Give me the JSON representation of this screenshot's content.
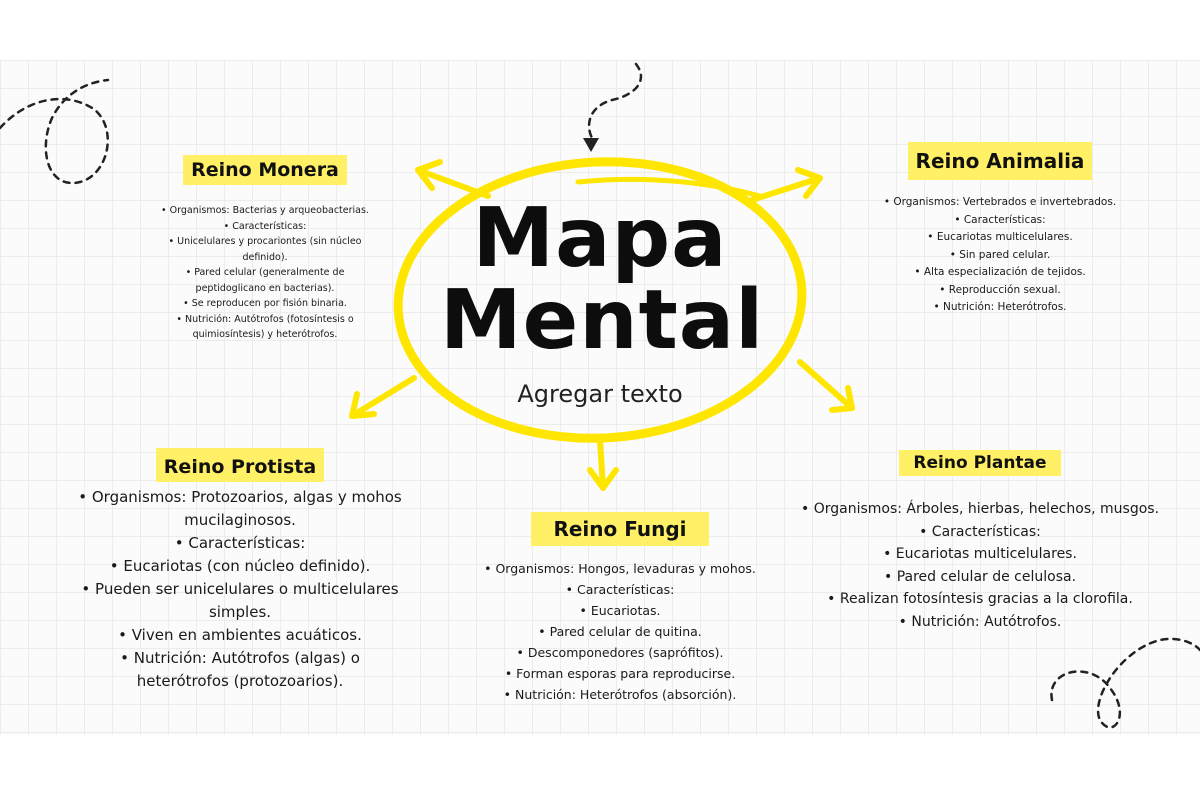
{
  "center": {
    "title_line1": "Mapa",
    "title_line2": "Mental",
    "subtitle": "Agregar texto"
  },
  "nodes": {
    "monera": {
      "title": "Reino Monera",
      "items": [
        "Organismos: Bacterias y arqueobacterias.",
        "Características:",
        "Unicelulares y procariontes (sin núcleo",
        "definido).",
        "Pared celular (generalmente de",
        "peptidoglicano en bacterias).",
        "Se reproducen por fisión binaria.",
        "Nutrición: Autótrofos (fotosíntesis o",
        "quimiosíntesis) y heterótrofos."
      ]
    },
    "animalia": {
      "title": "Reino Animalia",
      "items": [
        "Organismos: Vertebrados e invertebrados.",
        "Características:",
        "Eucariotas multicelulares.",
        "Sin pared celular.",
        "Alta especialización de tejidos.",
        "Reproducción sexual.",
        "Nutrición: Heterótrofos."
      ]
    },
    "protista": {
      "title": "Reino Protista",
      "items": [
        "Organismos: Protozoarios, algas y mohos",
        "mucilaginosos.",
        "Características:",
        "Eucariotas (con núcleo definido).",
        "Pueden ser unicelulares o multicelulares",
        "simples.",
        "Viven en ambientes acuáticos.",
        "Nutrición: Autótrofos (algas) o",
        "heterótrofos (protozoarios)."
      ]
    },
    "fungi": {
      "title": "Reino Fungi",
      "items": [
        "Organismos: Hongos, levaduras y mohos.",
        "Características:",
        "Eucariotas.",
        "Pared celular de quitina.",
        "Descomponedores (saprófitos).",
        "Forman esporas para reproducirse.",
        "Nutrición: Heterótrofos (absorción)."
      ]
    },
    "plantae": {
      "title": "Reino Plantae",
      "items": [
        "Organismos: Árboles, hierbas, helechos, musgos.",
        "Características:",
        "Eucariotas multicelulares.",
        "Pared celular de celulosa.",
        "Realizan fotosíntesis gracias a la clorofila.",
        "Nutrición: Autótrofos."
      ]
    }
  },
  "colors": {
    "highlight": "#fff066",
    "accent": "#ffe600",
    "text": "#111111"
  }
}
